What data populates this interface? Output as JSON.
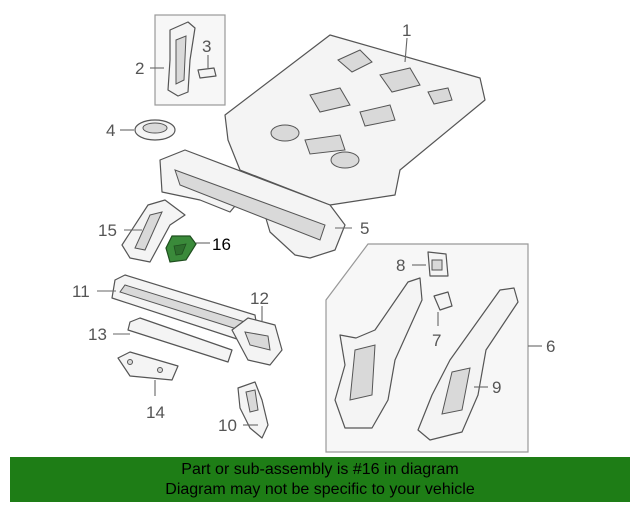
{
  "diagram": {
    "callouts": {
      "c1": "1",
      "c2": "2",
      "c3": "3",
      "c4": "4",
      "c5": "5",
      "c6": "6",
      "c7": "7",
      "c8": "8",
      "c9": "9",
      "c10": "10",
      "c11": "11",
      "c12": "12",
      "c13": "13",
      "c14": "14",
      "c15": "15",
      "c16": "16"
    },
    "highlight_color": "#3a8a3a",
    "highlighted_part": "16"
  },
  "banner": {
    "line1": "Part or sub-assembly is #16 in diagram",
    "line2": "Diagram may not be specific to your vehicle",
    "background": "#1e7d16"
  }
}
